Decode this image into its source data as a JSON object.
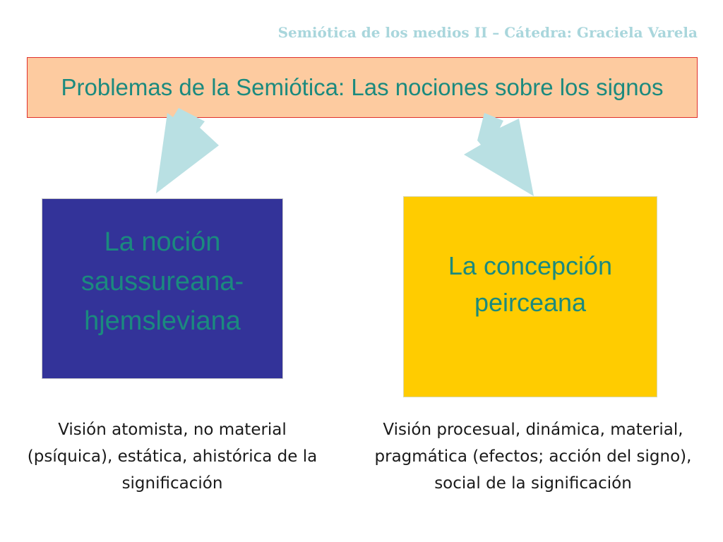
{
  "header": {
    "text": "Semiótica de los medios II – Cátedra: Graciela Varela"
  },
  "title": {
    "text": "Problemas de la Semiótica: Las nociones sobre los signos"
  },
  "left_box": {
    "label": "La noción saussureana-hjemsleviana",
    "description": "Visión atomista, no material (psíquica), estática, ahistórica de la significación"
  },
  "right_box": {
    "label": "La concepción peirceana",
    "description": "Visión procesual, dinámica, material, pragmática (efectos; acción del signo), social de la significación"
  },
  "colors": {
    "header_text": "#a9d6dc",
    "title_fill": "#fdcba0",
    "title_border": "#e0302c",
    "label_text": "#1b8a7e",
    "left_fill": "#333399",
    "right_fill": "#ffcc00",
    "arrow_fill": "#b9e0e3"
  }
}
